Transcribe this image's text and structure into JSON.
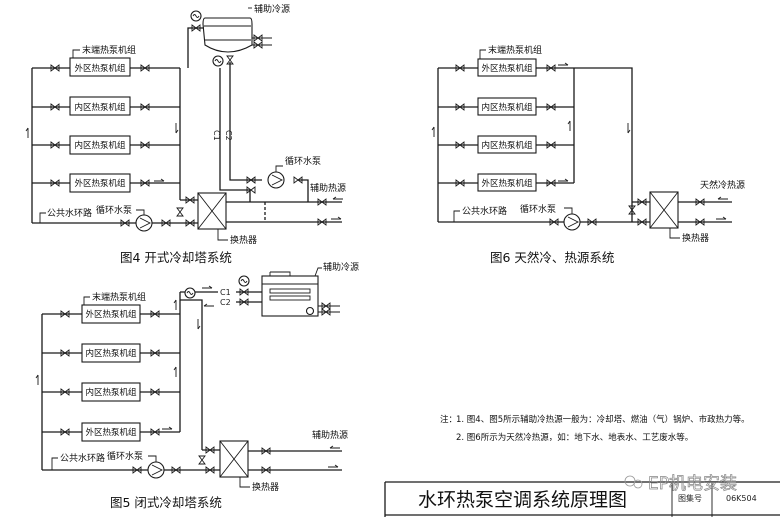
{
  "diagrams": {
    "fig4": {
      "caption": "图4  开式冷却塔系统",
      "terminal_group_label": "末端热泵机组",
      "units": [
        "外区热泵机组",
        "内区热泵机组",
        "内区热泵机组",
        "外区热泵机组"
      ],
      "loop_label": "公共水环路",
      "main_pump_label": "循环水泵",
      "aux_pump_label": "循环水泵",
      "aux_cold_label": "辅助冷源",
      "aux_heat_label": "辅助热源",
      "hx_label": "换热器",
      "pipe_c1": "C1",
      "pipe_c2": "C2"
    },
    "fig5": {
      "caption": "图5  闭式冷却塔系统",
      "terminal_group_label": "末端热泵机组",
      "units": [
        "外区热泵机组",
        "内区热泵机组",
        "内区热泵机组",
        "外区热泵机组"
      ],
      "loop_label": "公共水环路",
      "main_pump_label": "循环水泵",
      "aux_cold_label": "辅助冷源",
      "aux_heat_label": "辅助热源",
      "hx_label": "换热器",
      "pipe_c1": "C1",
      "pipe_c2": "C2"
    },
    "fig6": {
      "caption": "图6  天然冷、热源系统",
      "terminal_group_label": "末端热泵机组",
      "units": [
        "外区热泵机组",
        "内区热泵机组",
        "内区热泵机组",
        "外区热泵机组"
      ],
      "loop_label": "公共水环路",
      "main_pump_label": "循环水泵",
      "natural_source_label": "天然冷热源",
      "hx_label": "换热器"
    }
  },
  "notes": {
    "prefix": "注：",
    "items": [
      "1. 图4、图5所示辅助冷热源一般为：冷却塔、燃油（气）锅炉、市政热力等。",
      "2. 图6所示为天然冷热源，如：地下水、地表水、工艺废水等。"
    ]
  },
  "title_block": {
    "title": "水环热泵空调系统原理图",
    "atlas_label": "图集号",
    "atlas_number": "06K504"
  },
  "watermark": {
    "text": "EP机电安装"
  }
}
